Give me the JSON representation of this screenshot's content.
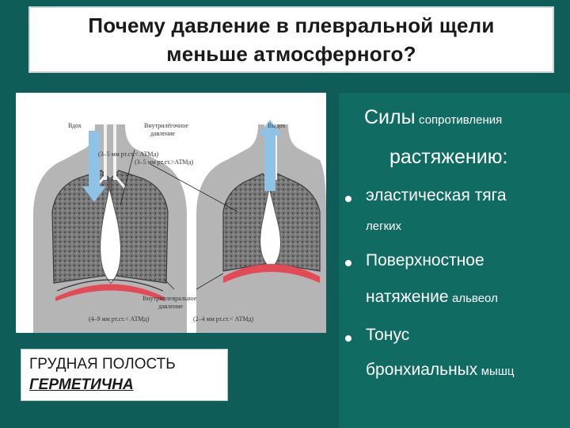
{
  "title": {
    "line1": "Почему давление в плевральной щели",
    "line2": "меньше атмосферного?"
  },
  "illustration": {
    "label_inhale": "Вдох",
    "label_exhale": "Выдох",
    "label_intrapulmonary_1": "Внутрилёгочное",
    "label_intrapulmonary_2": "давление",
    "label_pressure_inhale": "(3–5 мм рт.ст.< АТМд)",
    "label_pressure_exhale": "(3–5 мм рт.ст.>АТМд)",
    "label_intrapleural_1": "Внутриплевральное",
    "label_intrapleural_2": "давление",
    "label_pleural_inhale": "(4–9 мм рт.ст.< АТМд)",
    "label_pleural_exhale": "(2–4 мм рт.ст.< АТМд)",
    "colors": {
      "body": "#b5b5b5",
      "lung": "#6d6d6d",
      "diaphragm": "#e34a55",
      "arrow": "#8fc3e6"
    }
  },
  "callout": {
    "line1": "ГРУДНАЯ ПОЛОСТЬ",
    "line2": "ГЕРМЕТИЧНА"
  },
  "panel": {
    "heading_big": "Силы",
    "heading_small": "сопротивления",
    "heading_line2": "растяжению:",
    "items": [
      {
        "main": "эластическая тяга",
        "sub": "легких"
      },
      {
        "main": "Поверхностное",
        "line2_big": "натяжение",
        "line2_small": "альвеол"
      },
      {
        "main": "Тонус",
        "line2_big": "бронхиальных",
        "line2_small": "мышц"
      }
    ]
  }
}
